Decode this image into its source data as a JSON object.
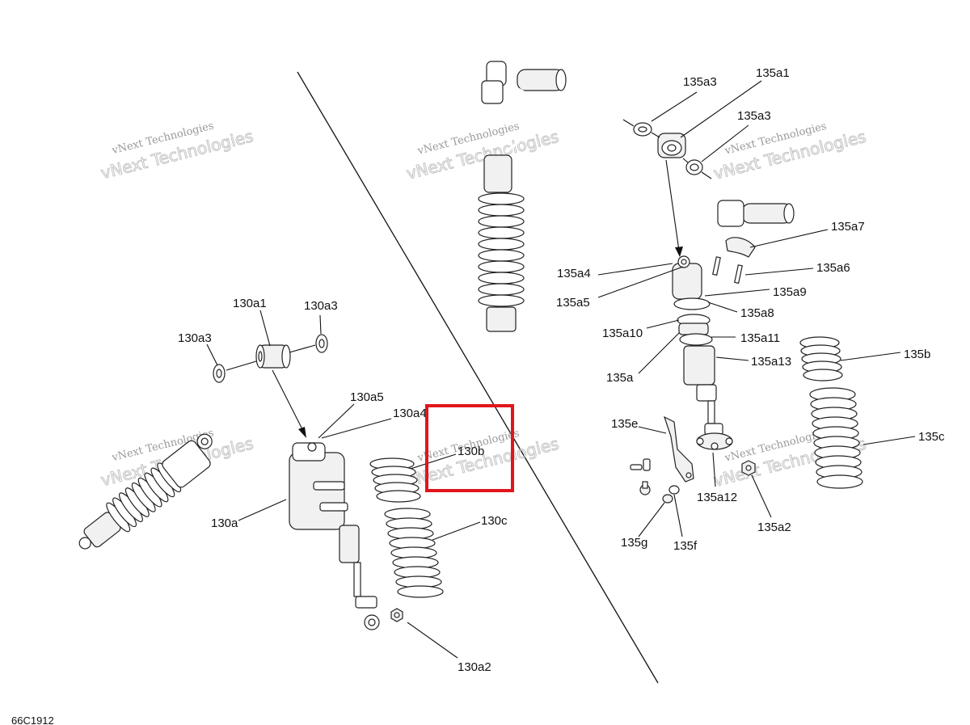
{
  "figure_id": "66C1912",
  "highlight_color": "#e0161c",
  "watermark": {
    "line1": "vNext Technologies",
    "line2": "vNext Technologies"
  },
  "callouts": {
    "c130a1": "130a1",
    "c130a3_right": "130a3",
    "c130a3_left": "130a3",
    "c130a5": "130a5",
    "c130a4": "130a4",
    "c130b": "130b",
    "c130a": "130a",
    "c130c": "130c",
    "c130a2": "130a2",
    "c135a3_top": "135a3",
    "c135a1": "135a1",
    "c135a3_mid": "135a3",
    "c135a7": "135a7",
    "c135a6": "135a6",
    "c135a4": "135a4",
    "c135a9": "135a9",
    "c135a5": "135a5",
    "c135a8": "135a8",
    "c135a10": "135a10",
    "c135a11": "135a11",
    "c135a13": "135a13",
    "c135b": "135b",
    "c135a": "135a",
    "c135e": "135e",
    "c135c": "135c",
    "c135a12": "135a12",
    "c135a2": "135a2",
    "c135g": "135g",
    "c135f": "135f"
  }
}
